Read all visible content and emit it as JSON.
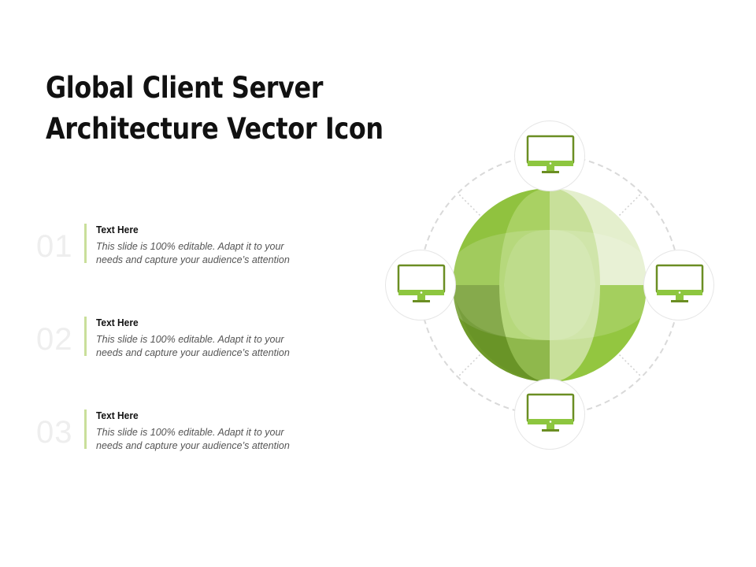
{
  "slide": {
    "title_line1": "Global Client Server",
    "title_line2": "Architecture Vector Icon"
  },
  "items": [
    {
      "number": "01",
      "heading": "Text Here",
      "desc_line1": "This slide is 100% editable. Adapt it to your",
      "desc_line2": "needs and capture your audience’s attention"
    },
    {
      "number": "02",
      "heading": "Text Here",
      "desc_line1": "This slide is 100% editable. Adapt it to your",
      "desc_line2": "needs and capture your audience’s attention"
    },
    {
      "number": "03",
      "heading": "Text Here",
      "desc_line1": "This slide is 100% editable. Adapt it to your",
      "desc_line2": "needs and capture your audience’s attention"
    }
  ],
  "diagram": {
    "center_icon": "globe-icon",
    "node_icon": "monitor-icon",
    "node_count": 4,
    "colors": {
      "accent_dark": "#6b8e23",
      "accent": "#8dc63f",
      "accent_light": "#c5df94",
      "accent_pale": "#e4efcd",
      "connector": "#d9d9d9"
    }
  }
}
